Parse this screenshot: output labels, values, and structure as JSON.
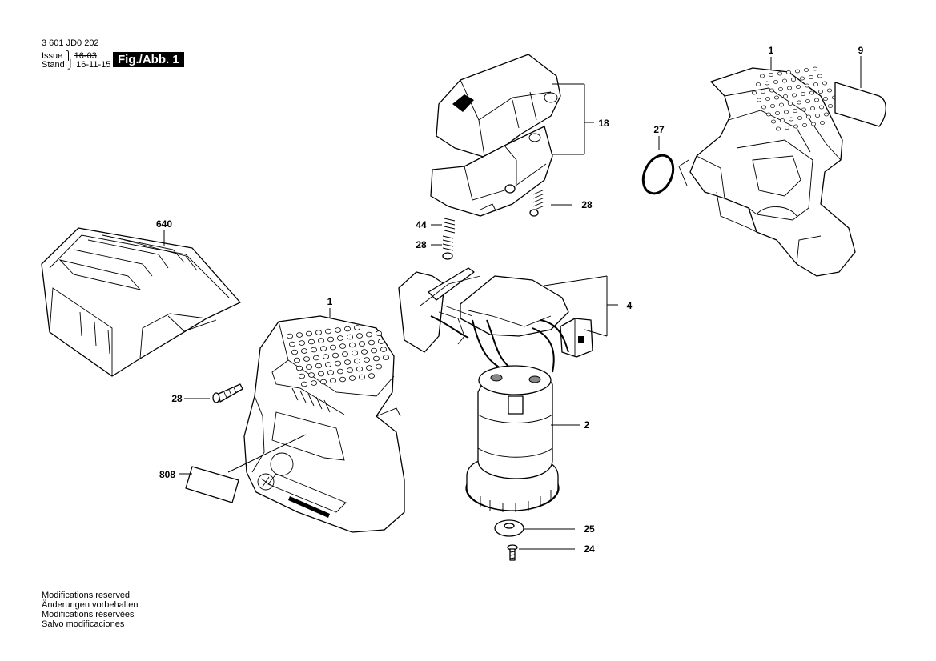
{
  "header": {
    "doc_number": "3 601 JD0 202",
    "issue_label": "Issue",
    "issue_value": "16-03",
    "stand_label": "Stand",
    "stand_value": "16-11-15",
    "figure_label": "Fig./Abb. 1"
  },
  "callouts": {
    "c640": "640",
    "c1_left": "1",
    "c28_screw": "28",
    "c808": "808",
    "c18": "18",
    "c28_right": "28",
    "c44": "44",
    "c28_spring": "28",
    "c4": "4",
    "c2": "2",
    "c25": "25",
    "c24": "24",
    "c1_right": "1",
    "c9": "9",
    "c27": "27"
  },
  "footer_notes": [
    "Modifications reserved",
    "Änderungen vorbehalten",
    "Modifications réservées",
    "Salvo modificaciones"
  ]
}
